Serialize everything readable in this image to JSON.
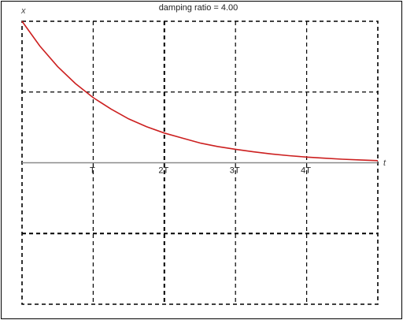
{
  "chart_data": {
    "type": "line",
    "title": "damping ratio = 4.00",
    "xlabel": "t",
    "ylabel": "x",
    "xlim": [
      0,
      5
    ],
    "ylim": [
      -2,
      2
    ],
    "grid": true,
    "grid_style": "dashed",
    "x_ticks": [
      1,
      2,
      3,
      4
    ],
    "x_tick_labels": [
      "T",
      "2T",
      "3T",
      "4T"
    ],
    "y_ticks": [
      -2,
      -1,
      0,
      1,
      2
    ],
    "series": [
      {
        "color": "#cc1f1f",
        "x": [
          0,
          0.25,
          0.5,
          0.75,
          1,
          1.25,
          1.5,
          1.75,
          2,
          2.25,
          2.5,
          2.75,
          3,
          3.25,
          3.5,
          3.75,
          4,
          4.25,
          4.5,
          4.75,
          5
        ],
        "y": [
          2.0,
          1.65,
          1.36,
          1.12,
          0.92,
          0.76,
          0.62,
          0.51,
          0.42,
          0.35,
          0.28,
          0.23,
          0.19,
          0.155,
          0.125,
          0.1,
          0.08,
          0.065,
          0.05,
          0.04,
          0.03
        ]
      }
    ]
  },
  "colors": {
    "axis": "#8a8a8a",
    "grid": "#000000",
    "frame": "#000000"
  }
}
